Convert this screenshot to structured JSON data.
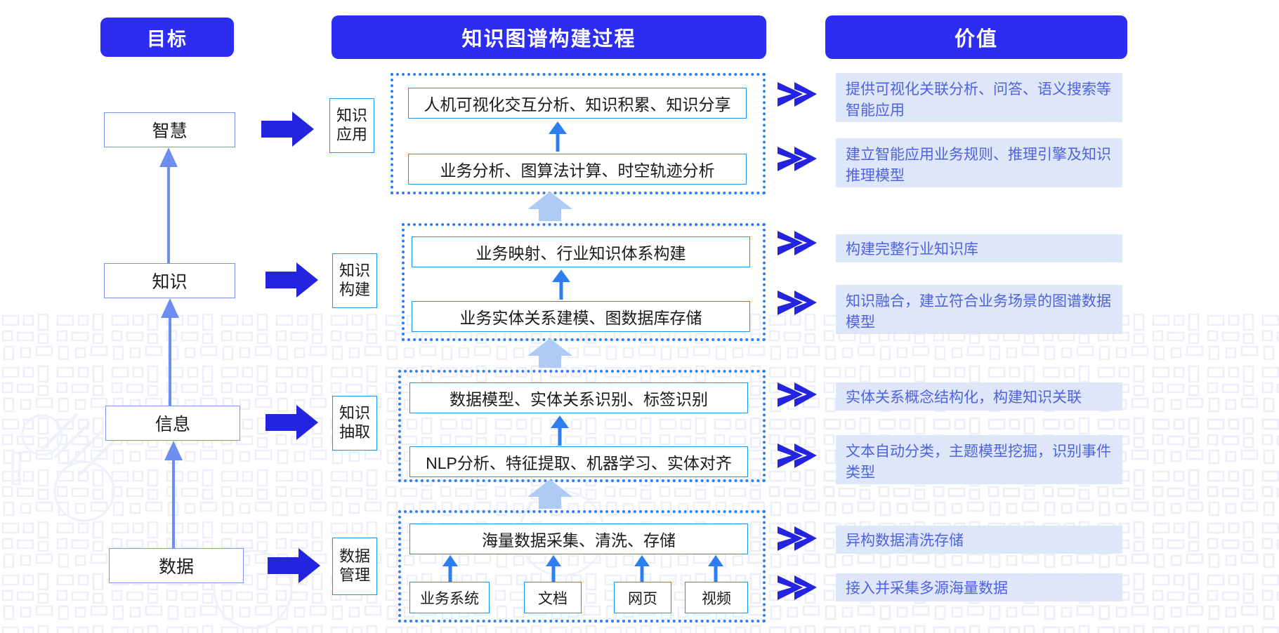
{
  "headers": {
    "goal": "目标",
    "process": "知识图谱构建过程",
    "value": "价值"
  },
  "colors": {
    "header_blue": "#2d2df2",
    "box_border_blue": "#1b96f0",
    "goal_border": "#7a93ef",
    "dotted_blue": "#2d7ff0",
    "value_bg": "#dee6fa",
    "value_text": "#4f62e0",
    "arrow_deep_blue": "#2323e0",
    "arrow_light_blue": "#a8c6f5",
    "arrow_periwinkle": "#6e8df0"
  },
  "goals": [
    {
      "label": "智慧"
    },
    {
      "label": "知识"
    },
    {
      "label": "信息"
    },
    {
      "label": "数据"
    }
  ],
  "stages": [
    {
      "line1": "知识",
      "line2": "应用"
    },
    {
      "line1": "知识",
      "line2": "构建"
    },
    {
      "line1": "知识",
      "line2": "抽取"
    },
    {
      "line1": "数据",
      "line2": "管理"
    }
  ],
  "process_groups": [
    {
      "stage": "知识应用",
      "boxes": [
        "人机可视化交互分析、知识积累、知识分享",
        "业务分析、图算法计算、时空轨迹分析"
      ]
    },
    {
      "stage": "知识构建",
      "boxes": [
        "业务映射、行业知识体系构建",
        "业务实体关系建模、图数据库存储"
      ]
    },
    {
      "stage": "知识抽取",
      "boxes": [
        "数据模型、实体关系识别、标签识别",
        "NLP分析、特征提取、机器学习、实体对齐"
      ]
    },
    {
      "stage": "数据管理",
      "boxes": [
        "海量数据采集、清洗、存储"
      ],
      "sources": [
        "业务系统",
        "文档",
        "网页",
        "视频"
      ]
    }
  ],
  "values": [
    "提供可视化关联分析、问答、语义搜索等智能应用",
    "建立智能应用业务规则、推理引擎及知识推理模型",
    "构建完整行业知识库",
    "知识融合，建立符合业务场景的图谱数据模型",
    "实体关系概念结构化，构建知识关联",
    "文本自动分类，主题模型挖掘，识别事件类型",
    "异构数据清洗存储",
    "接入并采集多源海量数据"
  ],
  "icons": {
    "block_arrow": "right-block-arrow-icon",
    "chevron": "right-chevron-icon",
    "up_arrow": "up-arrow-icon",
    "fat_up_arrow": "fat-up-arrow-icon"
  }
}
